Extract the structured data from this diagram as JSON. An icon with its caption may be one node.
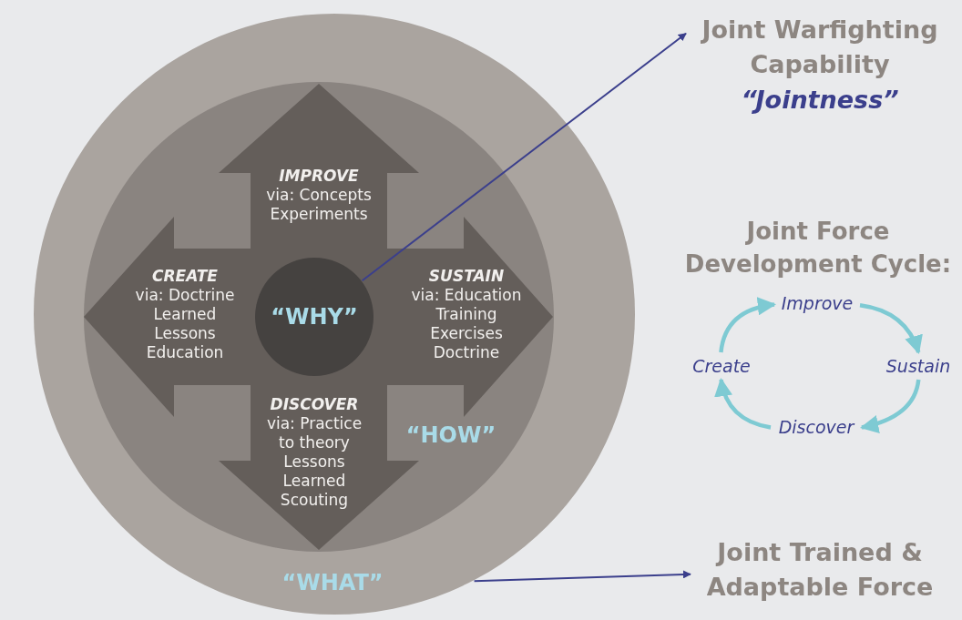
{
  "diagram": {
    "nodes": [
      {
        "text": [
          "“WHAT”"
        ]
      },
      {
        "text": [
          "“HOW”"
        ],
        "in": 0
      },
      {
        "text": [
          "“WHY”"
        ],
        "in": 1
      },
      {
        "text": [
          "IMPROVE",
          "via: Concepts Experiments"
        ],
        "in": 1
      },
      {
        "text": [
          "CREATE",
          "via: Doctrine Learned Lessons Education"
        ],
        "in": 1
      },
      {
        "text": [
          "SUSTAIN",
          "via: Education Training Exercises Doctrine"
        ],
        "in": 1
      },
      {
        "text": [
          "DISCOVER",
          "via: Practice to theory Lessons Learned Scouting"
        ],
        "in": 1
      },
      {
        "text": [
          "Joint Warfighting Capability",
          "“Jointness”"
        ]
      },
      {
        "text": [
          "Joint Trained & Adaptable Force"
        ]
      },
      {
        "text": [
          "Improve"
        ]
      },
      {
        "text": [
          "Sustain"
        ]
      },
      {
        "text": [
          "Discover"
        ]
      },
      {
        "text": [
          "Create"
        ]
      }
    ],
    "edges": [
      {
        "from": 2,
        "to": 7,
        "arrow": "to",
        "color": "#3b3f8c"
      },
      {
        "from": 0,
        "to": 8,
        "arrow": "to",
        "color": "#3b3f8c"
      },
      {
        "from": 9,
        "to": 10,
        "arrow": "to"
      },
      {
        "from": 10,
        "to": 11,
        "arrow": "to"
      },
      {
        "from": 11,
        "to": 12,
        "arrow": "to"
      },
      {
        "from": 12,
        "to": 9,
        "arrow": "to"
      }
    ],
    "labels": [
      "Joint Force Development Cycle:"
    ]
  }
}
